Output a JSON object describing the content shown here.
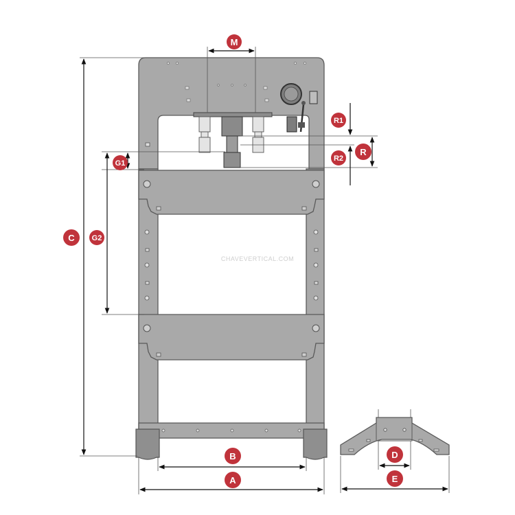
{
  "diagram": {
    "watermark": "CHAVEVERTICAL.COM",
    "badge_color": "#c0333b",
    "frame_color": "#a9a9a9",
    "labels": {
      "M": "M",
      "R1": "R1",
      "R": "R",
      "R2": "R2",
      "G1": "G1",
      "G2": "G2",
      "C": "C",
      "B": "B",
      "A": "A",
      "D": "D",
      "E": "E"
    }
  }
}
